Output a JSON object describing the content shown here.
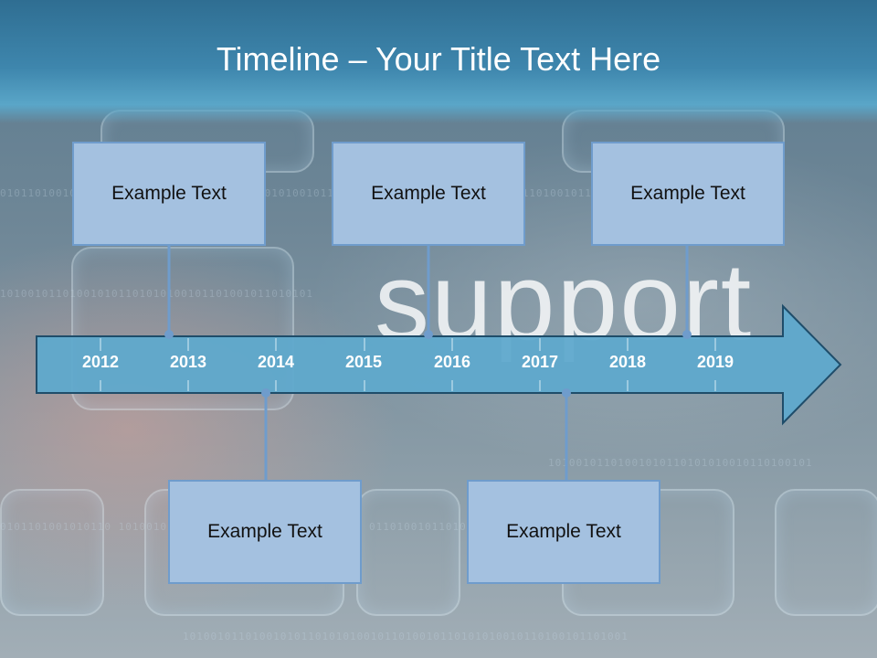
{
  "slide": {
    "title": "Timeline – Your Title Text Here",
    "background_watermark": "support"
  },
  "timeline": {
    "years": [
      "2012",
      "2013",
      "2014",
      "2015",
      "2016",
      "2017",
      "2018",
      "2019"
    ],
    "events_top": [
      {
        "label": "Example Text",
        "year": "2013"
      },
      {
        "label": "Example Text",
        "year": "2016"
      },
      {
        "label": "Example Text",
        "year": "2019"
      }
    ],
    "events_bottom": [
      {
        "label": "Example Text",
        "year": "2014"
      },
      {
        "label": "Example Text",
        "year": "2017"
      }
    ]
  },
  "colors": {
    "title_band": "#3e86ad",
    "arrow_fill": "#5fa9cc",
    "arrow_stroke": "#1f4d6a",
    "box_fill": "#a4c1e0",
    "box_border": "#6f9ccc",
    "connector": "#6f9ccc"
  }
}
